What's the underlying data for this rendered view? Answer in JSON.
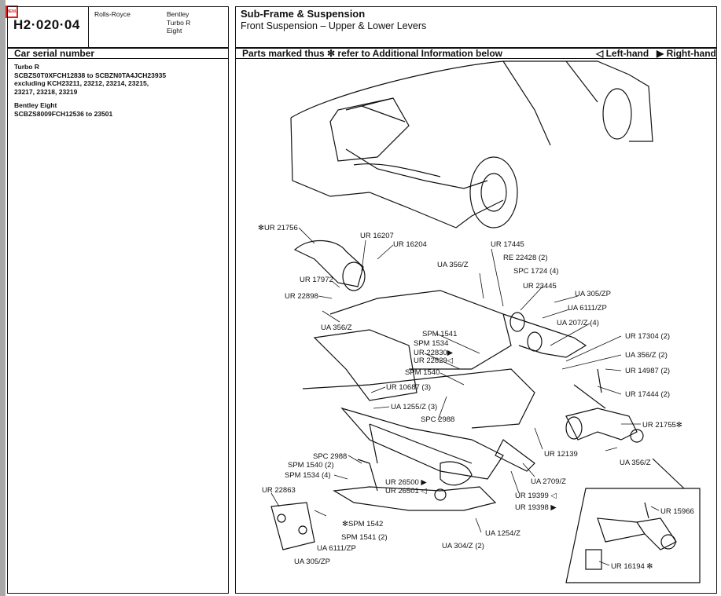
{
  "menu_label": "MENU",
  "header": {
    "code": "H2·020·04",
    "make_rr": "Rolls-Royce",
    "make_bentley": "Bentley",
    "model_1": "Turbo R",
    "model_2": "Eight",
    "section_title": "Sub-Frame & Suspension",
    "section_subtitle": "Front Suspension – Upper & Lower Levers"
  },
  "left_panel": {
    "heading": "Car serial number",
    "lines": [
      "Turbo R",
      "SCBZS0T0XFCH12838  to  SCBZN0TA4JCH23935",
      "excluding KCH23211, 23212, 23214, 23215,",
      "23217, 23218, 23219",
      "Bentley Eight",
      "SCBZS8009FCH12536  to 23501"
    ]
  },
  "right_panel": {
    "note": "Parts marked thus ✻ refer to Additional Information below",
    "left_hand": "◁ Left-hand",
    "right_hand": "▶ Right-hand"
  },
  "parts": [
    "✻UR 21756",
    "UR 16207",
    "UR 16204",
    "UR 17972",
    "UR 22898",
    "UA 356/Z",
    "UA 356/Z",
    "UR 17445",
    "RE 22428 (2)",
    "SPC 1724 (4)",
    "UR 23445",
    "UA 305/ZP",
    "UA 6111/ZP",
    "UA 207/Z (4)",
    "UR 17304 (2)",
    "UA 356/Z (2)",
    "UR 14987 (2)",
    "UR 17444 (2)",
    "UR 21755✻",
    "UA 356/Z",
    "SPM 1541",
    "SPM 1534",
    "UR 22830▶",
    "UR 22829◁",
    "SPM 1540",
    "UR 10687 (3)",
    "UA 1255/Z (3)",
    "SPC 2988",
    "UR 12139",
    "UA 2709/Z",
    "SPC 2988",
    "SPM 1540 (2)",
    "SPM 1534 (4)",
    "UR 22863",
    "UR 26500 ▶",
    "UR 26501 ◁",
    "UR 19399 ◁",
    "UR 19398 ▶",
    "✻SPM 1542",
    "SPM 1541 (2)",
    "UA 6111/ZP",
    "UA 305/ZP",
    "UA 1254/Z",
    "UA 304/Z (2)",
    "UR 15966",
    "UR 16194 ✻"
  ]
}
